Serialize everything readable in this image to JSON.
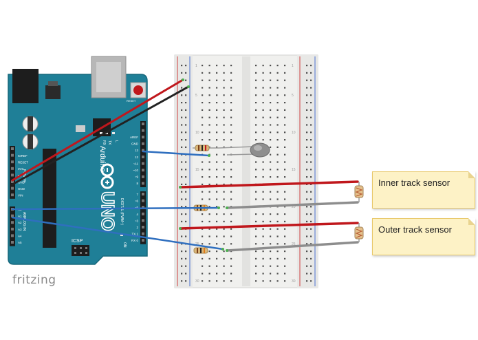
{
  "labels": {
    "brand": "fritzing",
    "inner_sensor": "Inner track sensor",
    "outer_sensor": "Outer track sensor"
  },
  "arduino": {
    "board_name": "Arduino",
    "model": "UNO",
    "icsp_label": "ICSP",
    "digital_header_title": "DIGITAL (PWM~)",
    "power_header_title": "POWER",
    "analog_header_title": "ANALOG IN",
    "top_pins": [
      "AREF",
      "GND",
      "13",
      "12",
      "~11",
      "~10",
      "~9",
      "8"
    ],
    "mid_pins": [
      "7",
      "~6",
      "~5",
      "4",
      "~3",
      "2",
      "TX 1",
      "RX 0"
    ],
    "power_pins": [
      "IOREF",
      "RESET",
      "3V3",
      "5V",
      "GND",
      "GND",
      "VIN"
    ],
    "analog_pins": [
      "A0",
      "A1",
      "A2",
      "A3",
      "A4",
      "A5"
    ],
    "led_labels": [
      "L",
      "TX",
      "RX",
      "ON"
    ],
    "reset_label": "RESET"
  },
  "breadboard": {
    "row_numbers": [
      "1",
      "5",
      "10",
      "15",
      "20",
      "25",
      "30"
    ]
  },
  "colors": {
    "board": "#1f7f97",
    "board_dark": "#17687c",
    "breadboard": "#f0f0ee",
    "wire_red": "#c0171c",
    "wire_black": "#222222",
    "wire_blue": "#2f6fbf",
    "wire_gray": "#8d8d8d",
    "note_fill": "#fdf2c6",
    "brand_gray": "#8a8a8a"
  }
}
